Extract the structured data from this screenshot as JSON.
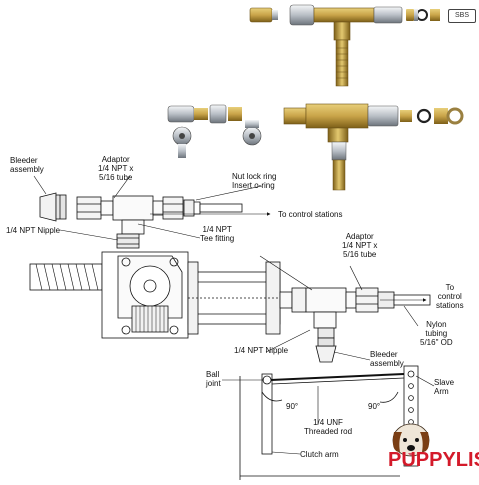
{
  "labels": {
    "bleeder_assembly_top": "Bleeder\nassembly",
    "adaptor_top": "Adaptor\n1/4 NPT x\n5/16 tube",
    "nut_lock_ring": "Nut lock ring\nInsert o-ring",
    "to_control_stations_1": "To control stations",
    "npt_nipple_top": "1/4 NPT Nipple",
    "tee_fitting": "1/4 NPT\nTee fitting",
    "adaptor_right": "Adaptor\n1/4 NPT x\n5/16 tube",
    "to_control_stations_2": "To\ncontrol\nstations",
    "nylon_tubing": "Nylon\ntubing\n5/16\" OD",
    "npt_nipple_bottom": "1/4 NPT Nipple",
    "bleeder_assembly_bottom": "Bleeder\nassembly",
    "ball_joint": "Ball\njoint",
    "slave_arm": "Slave\nArm",
    "angle_left": "90°",
    "angle_right": "90°",
    "threaded_rod": "1/4 UNF\nThreaded rod",
    "clutch_arm": "Clutch arm"
  },
  "badge": "SBS",
  "watermark": {
    "text": "PUPPYLIST",
    "color": "#d41a2a"
  },
  "colors": {
    "brass": "#c9a449",
    "brass_dark": "#8a6a1c",
    "chrome": "#c8cdd2",
    "ink": "#111111"
  }
}
